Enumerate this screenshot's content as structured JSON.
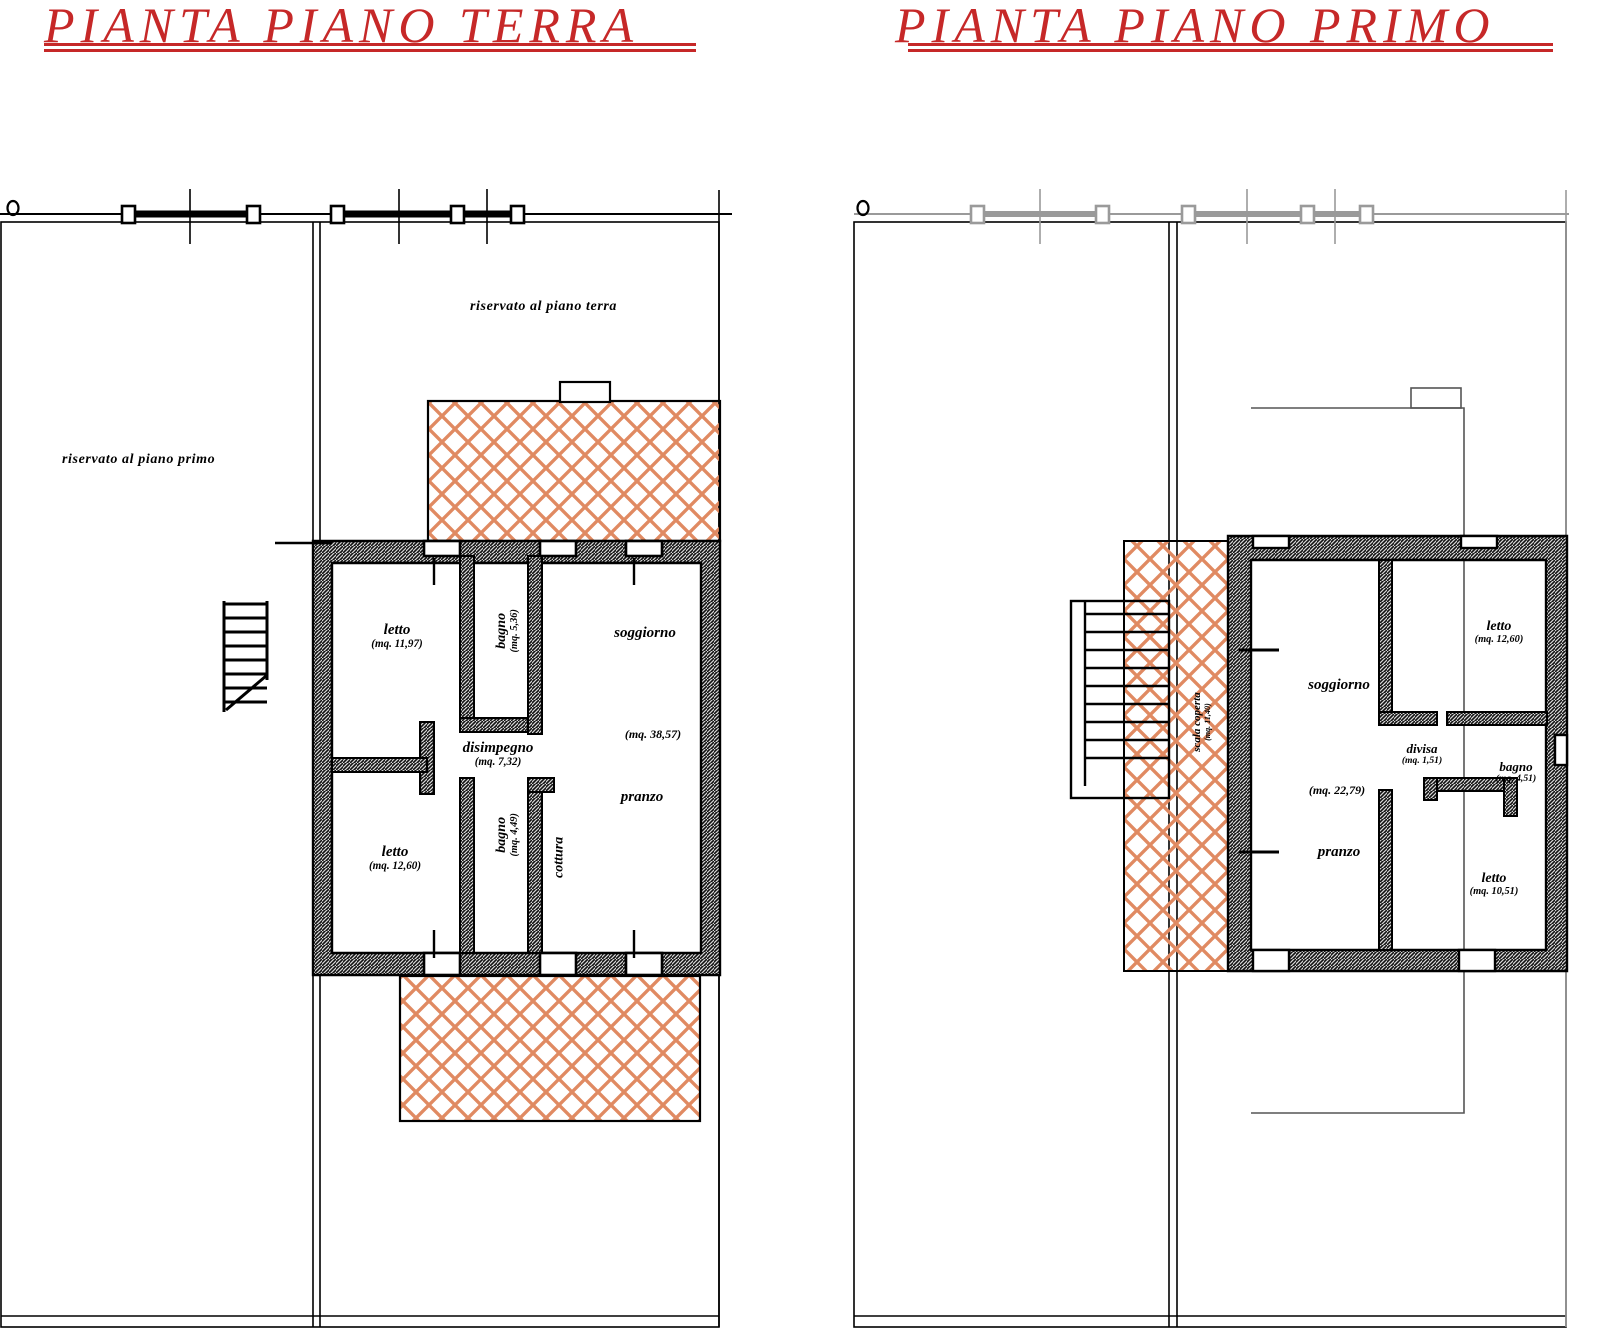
{
  "drawing": {
    "kind": "architectural-floor-plan",
    "accent_color": "#c62828",
    "hatch_color": "#e08a62",
    "wall_color": "#1a1a1a",
    "background": "#ffffff"
  },
  "plans": [
    {
      "id": "ground-floor",
      "title": "PIANTA PIANO TERRA",
      "notes": [
        {
          "id": "note-reserved-first",
          "text": "riservato al  piano primo"
        },
        {
          "id": "note-reserved-ground",
          "text": "riservato al piano terra"
        }
      ],
      "rooms": [
        {
          "id": "letto-nord",
          "name": "letto",
          "area": "(mq. 11,97)"
        },
        {
          "id": "bagno-nord",
          "name": "bagno",
          "area": "(mq. 5,36)"
        },
        {
          "id": "soggiorno",
          "name": "soggiorno",
          "area": "(mq. 38,57)"
        },
        {
          "id": "disimpegno",
          "name": "disimpegno",
          "area": "(mq. 7,32)"
        },
        {
          "id": "letto-sud",
          "name": "letto",
          "area": "(mq. 12,60)"
        },
        {
          "id": "bagno-sud",
          "name": "bagno",
          "area": "(mq. 4,49)"
        },
        {
          "id": "cottura",
          "name": "cottura",
          "area": ""
        },
        {
          "id": "pranzo",
          "name": "pranzo",
          "area": ""
        }
      ],
      "marks": {
        "origin_symbol": "o"
      }
    },
    {
      "id": "first-floor",
      "title": "PIANTA PIANO PRIMO",
      "notes": [],
      "rooms": [
        {
          "id": "soggiorno-1",
          "name": "soggiorno",
          "area": "(mq. 22,79)"
        },
        {
          "id": "pranzo-1",
          "name": "pranzo",
          "area": ""
        },
        {
          "id": "letto-ne",
          "name": "letto",
          "area": "(mq. 12,60)"
        },
        {
          "id": "divisa",
          "name": "divisa",
          "area": "(mq. 1,51)"
        },
        {
          "id": "bagno-1",
          "name": "bagno",
          "area": "(mq. 4,51)"
        },
        {
          "id": "letto-se",
          "name": "letto",
          "area": "(mq. 10,51)"
        },
        {
          "id": "scala",
          "name": "scala coperta",
          "area": "(mq. 11,40)"
        }
      ],
      "marks": {
        "origin_symbol": "o"
      }
    }
  ]
}
